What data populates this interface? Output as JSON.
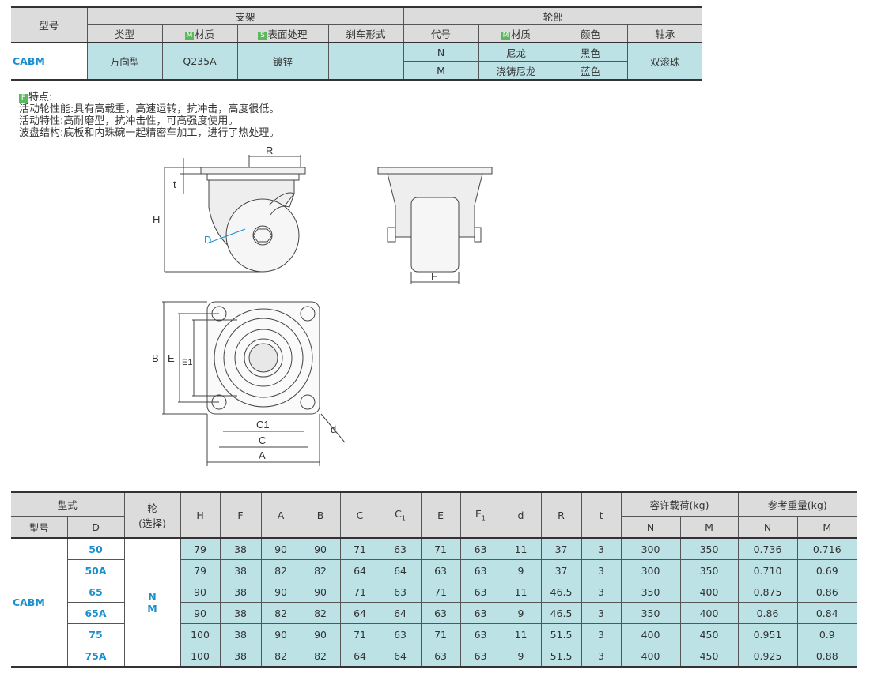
{
  "spec_table": {
    "h_model": "型号",
    "h_bracket": "支架",
    "h_wheel": "轮部",
    "sub": {
      "type": "类型",
      "material": "材质",
      "surface": "表面处理",
      "brake": "刹车形式",
      "code": "代号",
      "wheel_material": "材质",
      "color": "颜色",
      "bearing": "轴承"
    },
    "badges": {
      "m": "M",
      "s": "S"
    },
    "model": "CABM",
    "type": "万向型",
    "material": "Q235A",
    "surface": "镀锌",
    "brake": "–",
    "wheels": [
      {
        "code": "N",
        "material": "尼龙",
        "color": "黑色"
      },
      {
        "code": "M",
        "material": "浇铸尼龙",
        "color": "蓝色"
      }
    ],
    "bearing": "双滚珠"
  },
  "features": {
    "badge": "F",
    "title": "特点:",
    "lines": [
      "活动轮性能:具有高载重，高速运转，抗冲击，高度很低。",
      "活动特性:高耐磨型，抗冲击性，可高强度使用。",
      "波盘结构:底板和内珠碗一起精密车加工，进行了热处理。"
    ]
  },
  "drawing_labels": {
    "R": "R",
    "t": "t",
    "H": "H",
    "D": "D",
    "F": "F",
    "B": "B",
    "E": "E",
    "E1": "E1",
    "C1": "C1",
    "C": "C",
    "A": "A",
    "d": "d"
  },
  "dim_table": {
    "h_form": "型式",
    "h_model": "型号",
    "h_D": "D",
    "h_wheel": "轮",
    "h_wheel_sel": "(选择)",
    "cols": [
      "H",
      "F",
      "A",
      "B",
      "C",
      "C",
      "E",
      "E",
      "d",
      "R",
      "t"
    ],
    "sub1": "1",
    "h_load": "容许载荷(kg)",
    "h_weight": "参考重量(kg)",
    "N": "N",
    "M": "M",
    "model": "CABM",
    "wheel_opts": [
      "N",
      "M"
    ],
    "rows": [
      {
        "D": "50",
        "v": [
          "79",
          "38",
          "90",
          "90",
          "71",
          "63",
          "71",
          "63",
          "11",
          "37",
          "3",
          "300",
          "350",
          "0.736",
          "0.716"
        ]
      },
      {
        "D": "50A",
        "v": [
          "79",
          "38",
          "82",
          "82",
          "64",
          "64",
          "63",
          "63",
          "9",
          "37",
          "3",
          "300",
          "350",
          "0.710",
          "0.69"
        ]
      },
      {
        "D": "65",
        "v": [
          "90",
          "38",
          "90",
          "90",
          "71",
          "63",
          "71",
          "63",
          "11",
          "46.5",
          "3",
          "350",
          "400",
          "0.875",
          "0.86"
        ]
      },
      {
        "D": "65A",
        "v": [
          "90",
          "38",
          "82",
          "82",
          "64",
          "64",
          "63",
          "63",
          "9",
          "46.5",
          "3",
          "350",
          "400",
          "0.86",
          "0.84"
        ]
      },
      {
        "D": "75",
        "v": [
          "100",
          "38",
          "90",
          "90",
          "71",
          "63",
          "71",
          "63",
          "11",
          "51.5",
          "3",
          "400",
          "450",
          "0.951",
          "0.9"
        ]
      },
      {
        "D": "75A",
        "v": [
          "100",
          "38",
          "82",
          "82",
          "64",
          "64",
          "63",
          "63",
          "9",
          "51.5",
          "3",
          "400",
          "450",
          "0.925",
          "0.88"
        ]
      }
    ]
  }
}
